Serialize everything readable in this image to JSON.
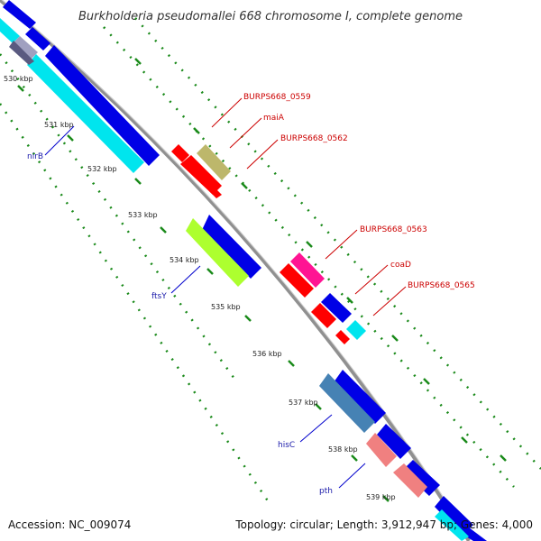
{
  "title": "Burkholderia pseudomallei 668 chromosome I, complete genome",
  "footer": {
    "accession": "Accession: NC_009074",
    "stats": "Topology: circular; Length: 3,912,947 bp; Genes: 4,000"
  },
  "kbp_labels": [
    "530 kbp",
    "531 kbp",
    "532 kbp",
    "533 kbp",
    "534 kbp",
    "535 kbp",
    "536 kbp",
    "537 kbp",
    "538 kbp",
    "539 kbp"
  ],
  "gene_labels": {
    "nirB": "nirB",
    "ftsY": "ftsY",
    "hisC": "hisC",
    "pth": "pth",
    "burps_0559": "BURPS668_0559",
    "maiA": "maiA",
    "burps_0562": "BURPS668_0562",
    "burps_0563": "BURPS668_0563",
    "coaD": "coaD",
    "burps_0565": "BURPS668_0565"
  },
  "colors": {
    "backbone": "#909090",
    "blue": "#0000e6",
    "cyan": "#00e5ee",
    "red": "#ff0000",
    "khaki": "#bdb76b",
    "lime": "#adff2f",
    "steel": "#4682b4",
    "pink_light": "#f08080",
    "pink_hot": "#ff1493",
    "tick_green": "#1a8a1a",
    "leader_blue": "#0000cc",
    "leader_red": "#cc0000"
  }
}
